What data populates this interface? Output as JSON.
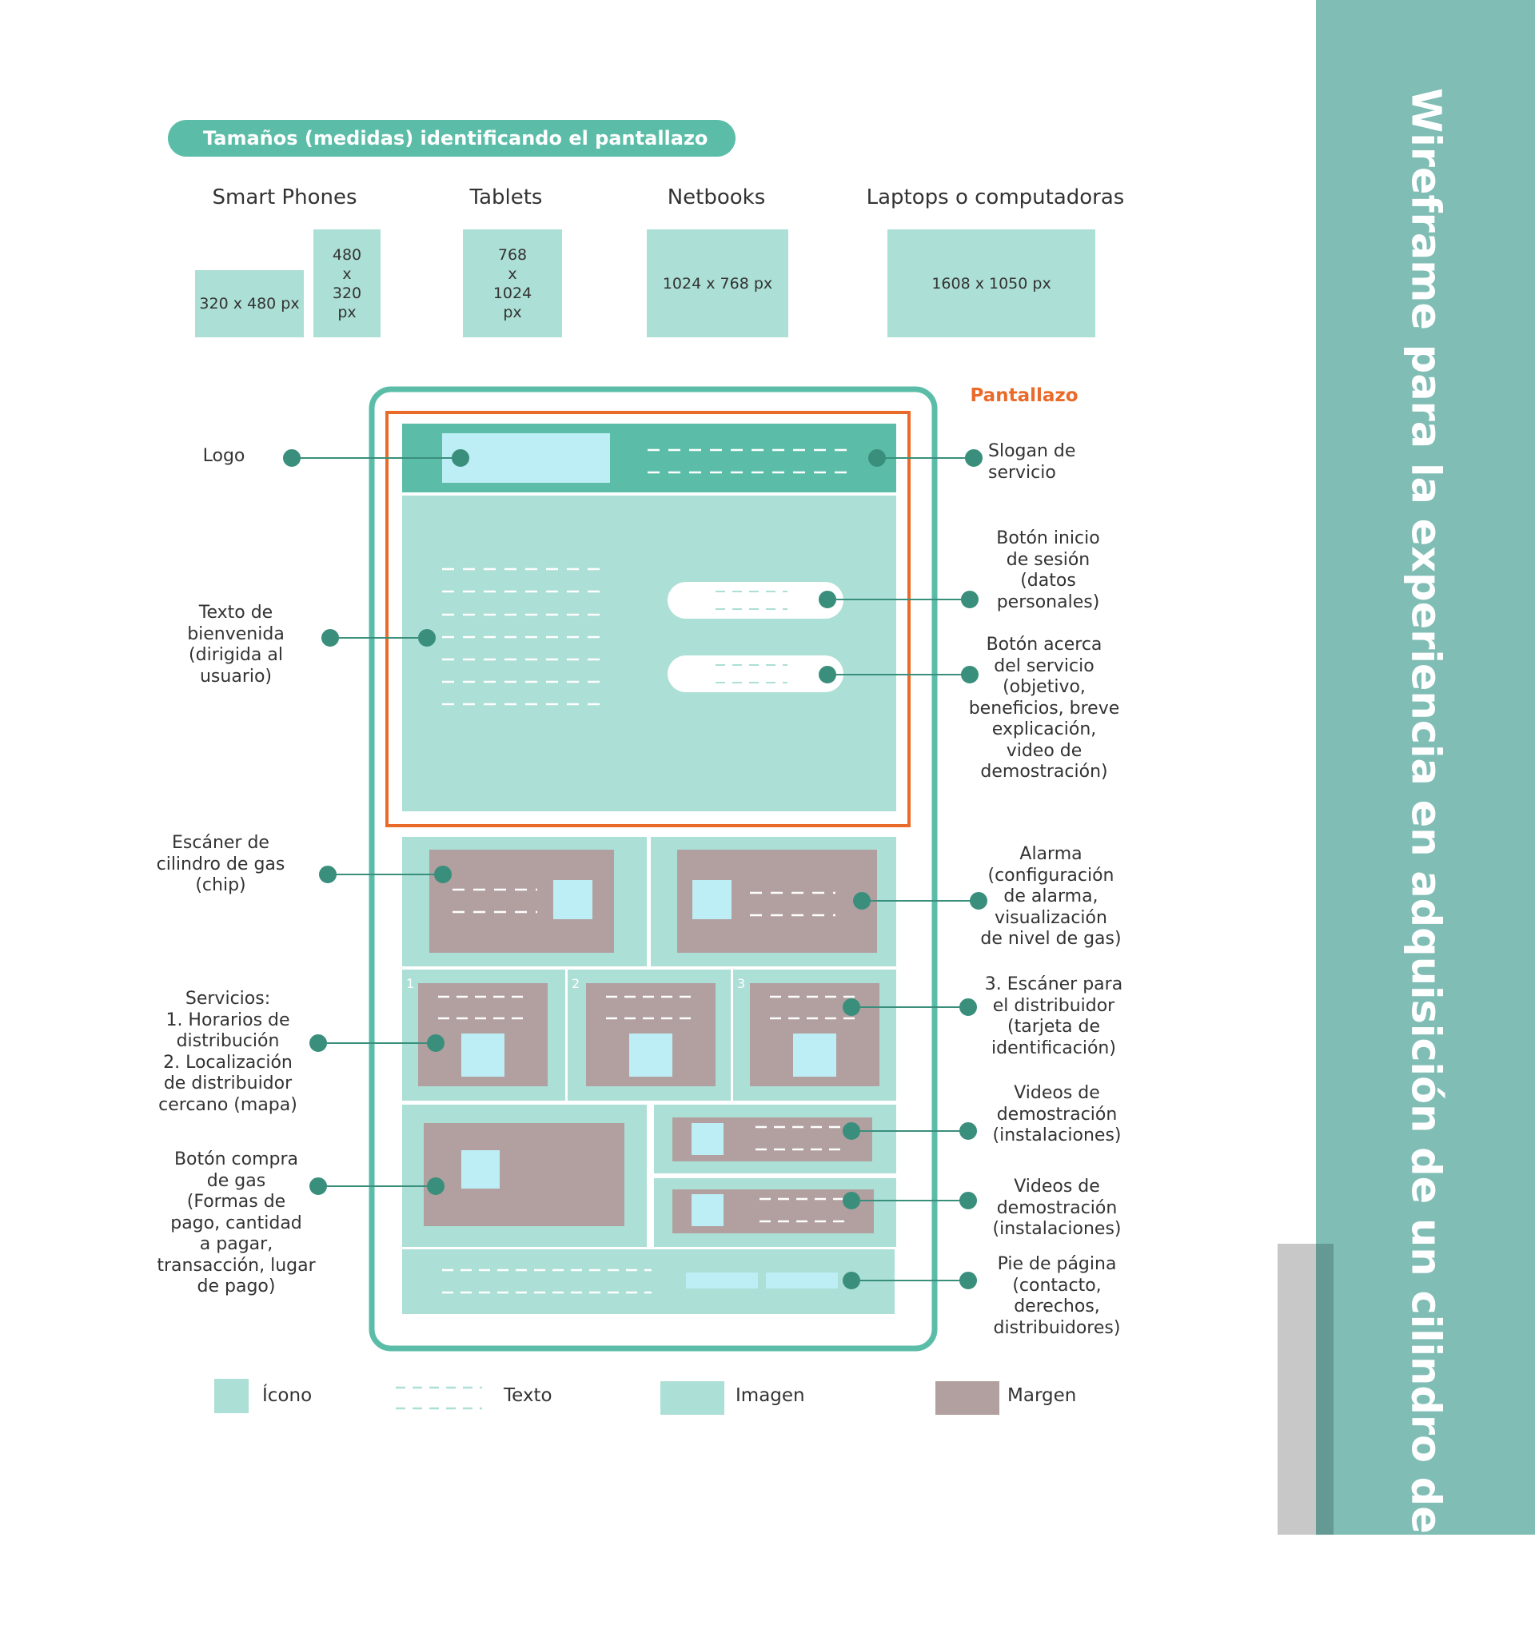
{
  "side_title": "Wireframe para la experiencia en adquisición de un cilindro de gas",
  "sizes_header": "Tamaños (medidas) identificando el pantallazo",
  "devices": {
    "smartphones": {
      "label": "Smart Phones",
      "size1": "320 x 480 px",
      "size2": "480\nx\n320\npx"
    },
    "tablets": {
      "label": "Tablets",
      "size": "768\nx\n1024\npx"
    },
    "netbooks": {
      "label": "Netbooks",
      "size": "1024 x 768 px"
    },
    "laptops": {
      "label": "Laptops o computadoras",
      "size": "1608 x 1050 px"
    }
  },
  "pantallazo_label": "Pantallazo",
  "callouts": {
    "logo": "Logo",
    "welcome_text": "Texto de\nbienvenida\n(dirigida al\nusuario)",
    "scanner": "Escáner de\ncilindro de gas\n(chip)",
    "services": "Servicios:\n1. Horarios de\ndistribución\n2. Localización\nde distribuidor\ncercano (mapa)",
    "buy_button": "Botón compra\nde gas\n(Formas de\npago, cantidad\na pagar,\ntransacción, lugar\nde pago)",
    "slogan": "Slogan de\nservicio",
    "login_button": "Botón inicio\nde sesión\n(datos\npersonales)",
    "about_button": "Botón acerca\ndel servicio\n(objetivo,\nbeneficios, breve\nexplicación,\nvideo de\ndemostración)",
    "alarm": "Alarma\n(configuración\nde alarma,\nvisualización\nde nivel de gas)",
    "distributor_scanner": "3. Escáner para\nel distribuidor\n(tarjeta de\nidentificación)",
    "videos_1": "Videos de\ndemostración\n(instalaciones)",
    "videos_2": "Videos de\ndemostración\n(instalaciones)",
    "footer": "Pie de página\n(contacto,\nderechos,\ndistribuidores)"
  },
  "service_numbers": [
    "1",
    "2",
    "3"
  ],
  "legend": {
    "icon": "Ícono",
    "text": "Texto",
    "image": "Imagen",
    "margin": "Margen"
  },
  "colors": {
    "teal_dark": "#5bbda8",
    "teal_light": "#acdfd5",
    "icon_blue": "#bdeef5",
    "margin_brown": "#b2a0a0",
    "connector": "#3a8f7c",
    "frame_border": "#5bbda8",
    "pantallazo_orange": "#ea6a2a",
    "side_bar": "#7fbdb5"
  }
}
